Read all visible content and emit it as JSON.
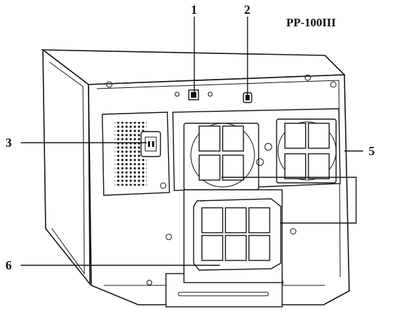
{
  "model_label": "PP-100III",
  "callouts": {
    "c1": "1",
    "c2": "2",
    "c3": "3",
    "c5": "5",
    "c6": "6"
  }
}
